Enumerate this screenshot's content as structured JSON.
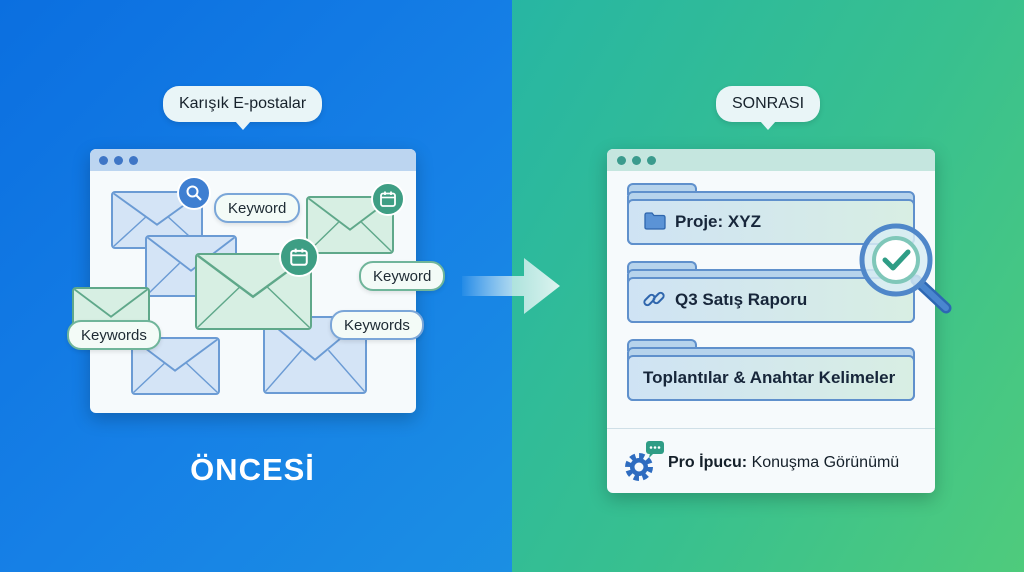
{
  "before": {
    "bubble": "Karışık E-postalar",
    "caption": "ÖNCESİ",
    "chips": [
      "Keyword",
      "Keyword",
      "Keywords",
      "Keywords"
    ]
  },
  "after": {
    "bubble": "SONRASI",
    "folders": [
      {
        "label": "Proje: XYZ",
        "icon": "folder-icon"
      },
      {
        "label": "Q3 Satış Raporu",
        "icon": "link-icon"
      },
      {
        "label": "Toplantılar & Anahtar Kelimeler",
        "icon": ""
      }
    ],
    "tip_bold": "Pro İpucu:",
    "tip_text": "Konuşma Görünümü"
  },
  "colors": {
    "left_bg": "#0b6fe0",
    "right_bg": "#38c08f",
    "accent_green": "#3e9e84",
    "folder_border": "#5f90cc"
  },
  "icons": [
    "search-icon",
    "calendar-icon",
    "envelope-icon",
    "arrow-right-icon",
    "folder-icon",
    "link-icon",
    "magnifier-check-icon",
    "gear-chat-icon"
  ]
}
